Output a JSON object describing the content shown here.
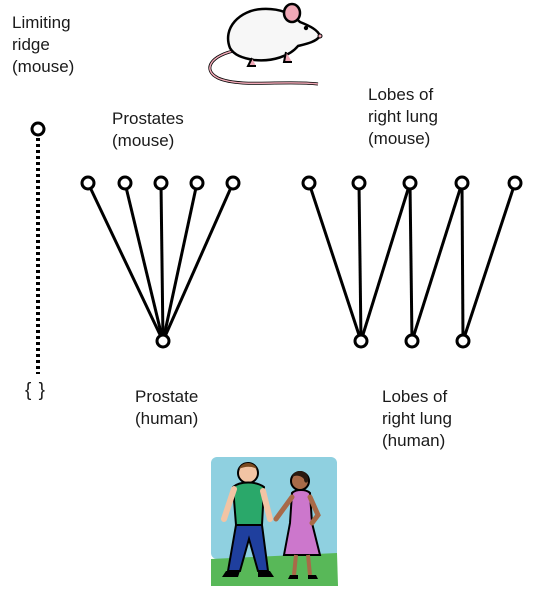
{
  "labels": {
    "limiting_ridge_mouse": "Limiting\nridge\n(mouse)",
    "prostates_mouse": "Prostates\n(mouse)",
    "lobes_right_lung_mouse": "Lobes of\nright lung\n(mouse)",
    "empty_set": "{ }",
    "prostate_human": "Prostate\n(human)",
    "lobes_right_lung_human": "Lobes of\nright lung\n(human)"
  },
  "illustrations": {
    "mouse": "mouse-illustration",
    "humans": "human-couple-illustration"
  },
  "colors": {
    "line": "#000000",
    "node_fill": "#ffffff",
    "sky": "#8fd0e0",
    "grass": "#58b858",
    "man_shirt": "#2aa86a",
    "man_pants": "#1f3f9e",
    "woman_dress": "#cc77cc",
    "skin": "#f2c4a4",
    "mouse_body": "#f7f7f7",
    "mouse_pink": "#f0a8b6"
  }
}
